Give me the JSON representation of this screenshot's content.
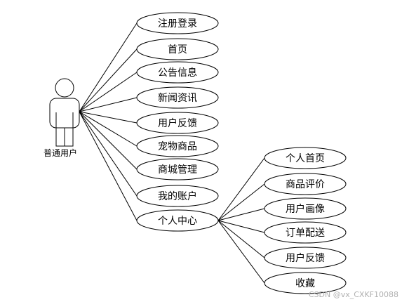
{
  "diagram": {
    "actor": {
      "label": "普通用户",
      "icon": "stick-figure-icon"
    },
    "use_cases": [
      {
        "id": "uc-register-login",
        "label": "注册登录"
      },
      {
        "id": "uc-home",
        "label": "首页"
      },
      {
        "id": "uc-announcements",
        "label": "公告信息"
      },
      {
        "id": "uc-news",
        "label": "新闻资讯"
      },
      {
        "id": "uc-user-feedback",
        "label": "用户反馈"
      },
      {
        "id": "uc-pet-products",
        "label": "宠物商品"
      },
      {
        "id": "uc-mall-management",
        "label": "商城管理"
      },
      {
        "id": "uc-my-account",
        "label": "我的账户"
      },
      {
        "id": "uc-personal-center",
        "label": "个人中心"
      }
    ],
    "sub_use_cases": [
      {
        "id": "sub-personal-home",
        "label": "个人首页"
      },
      {
        "id": "sub-product-review",
        "label": "商品评价"
      },
      {
        "id": "sub-user-portrait",
        "label": "用户画像"
      },
      {
        "id": "sub-order-delivery",
        "label": "订单配送"
      },
      {
        "id": "sub-user-feedback",
        "label": "用户反馈"
      },
      {
        "id": "sub-favorites",
        "label": "收藏"
      }
    ]
  },
  "watermark": "CSDN @vx_CXKF10088"
}
